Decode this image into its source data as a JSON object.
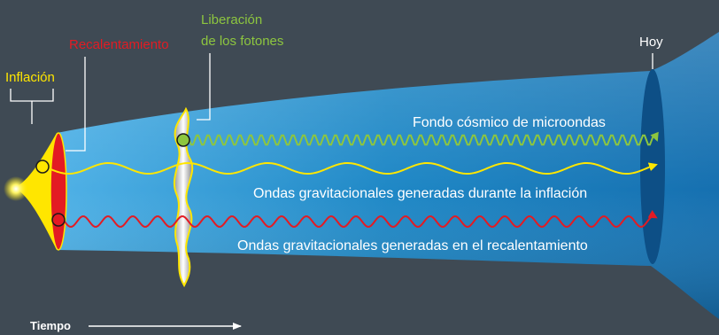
{
  "labels": {
    "inflation": "Inflación",
    "reheating": "Recalentamiento",
    "photon_release_line1": "Liberación",
    "photon_release_line2": "de los fotones",
    "today": "Hoy",
    "time": "Tiempo"
  },
  "waves": {
    "cmb": "Fondo cósmico de microondas",
    "inflation_gw": "Ondas gravitacionales generadas durante la inflación",
    "reheating_gw": "Ondas gravitacionales generadas en el recalentamiento"
  },
  "colors": {
    "background": "#3f4a54",
    "universe": "#1f88c6",
    "cmb": "#8dc63f",
    "inflation": "#ffe600",
    "reheating": "#e31b23",
    "today_disk": "#0d4f86"
  }
}
